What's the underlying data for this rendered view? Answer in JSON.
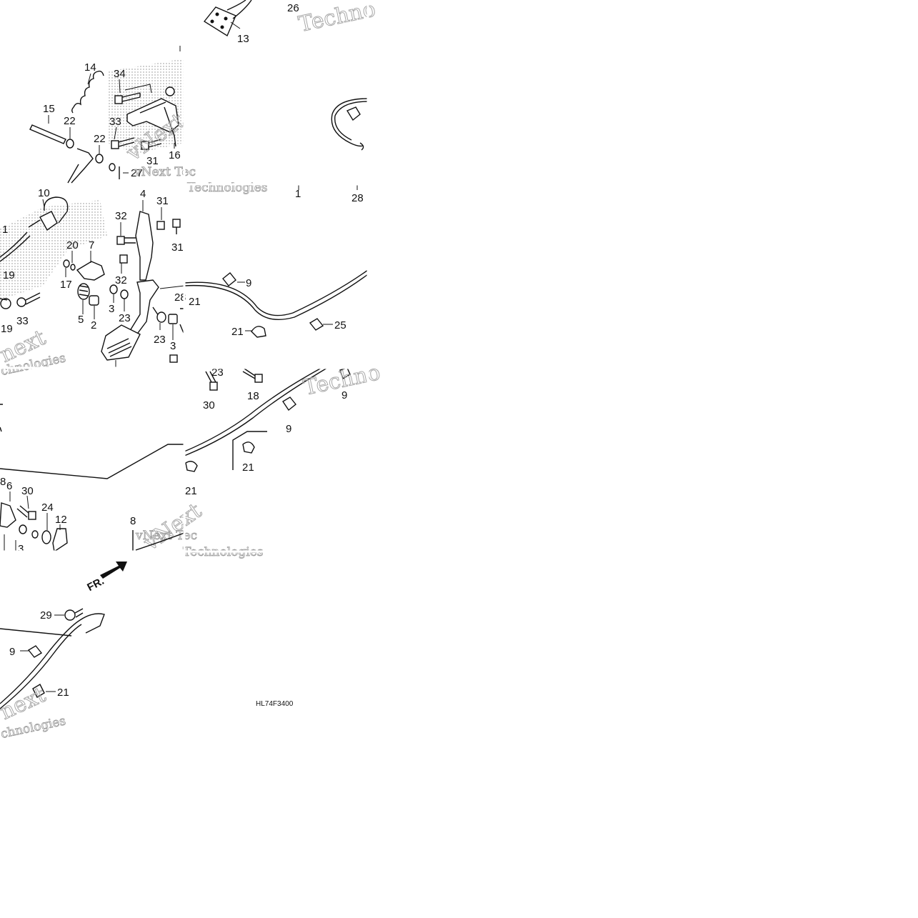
{
  "diagram": {
    "code": "HL74F3400",
    "direction_label": "FR.",
    "watermark_texts": [
      "vNext Tec",
      "Technologies",
      "vNext",
      "Techno",
      "next",
      "chnologies",
      "Technc"
    ]
  },
  "callouts": {
    "c1": "26",
    "c2": "13",
    "c3": "14",
    "c4": "34",
    "c5": "15",
    "c6": "22",
    "c7": "33",
    "c8": "22",
    "c9": "31",
    "c10": "16",
    "c11": "27",
    "c12": "10",
    "c13": "4",
    "c14": "31",
    "c15": "32",
    "c16": "1",
    "c17": "20",
    "c18": "7",
    "c19": "31",
    "c20": "19",
    "c21": "17",
    "c22": "32",
    "c23": "28",
    "c24": "21",
    "c25": "5",
    "c26": "3",
    "c27": "23",
    "c28": "19",
    "c29": "33",
    "c30": "2",
    "c31": "23",
    "c32": "3",
    "c33": "1",
    "c34": "28",
    "c35": "9",
    "c36": "21",
    "c37": "25",
    "c38": "23",
    "c39": "18",
    "c40": "30",
    "c41": "9",
    "c42": "9",
    "c43": "21",
    "c44": "21",
    "c45": "8",
    "c46": "6",
    "c47": "30",
    "c48": "24",
    "c49": "12",
    "c50": "3",
    "c51": "8",
    "c52": "29",
    "c53": "9",
    "c54": "21"
  }
}
